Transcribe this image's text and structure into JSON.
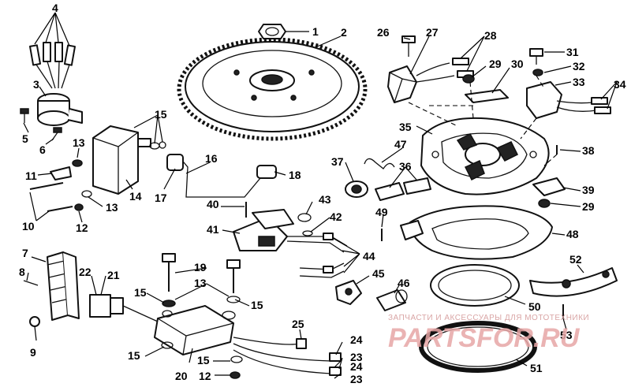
{
  "callouts": [
    {
      "id": "1",
      "label": "1"
    },
    {
      "id": "2",
      "label": "2"
    },
    {
      "id": "3",
      "label": "3"
    },
    {
      "id": "4",
      "label": "4"
    },
    {
      "id": "5",
      "label": "5"
    },
    {
      "id": "6",
      "label": "6"
    },
    {
      "id": "7",
      "label": "7"
    },
    {
      "id": "8",
      "label": "8"
    },
    {
      "id": "9",
      "label": "9"
    },
    {
      "id": "10",
      "label": "10"
    },
    {
      "id": "11",
      "label": "11"
    },
    {
      "id": "12a",
      "label": "12"
    },
    {
      "id": "12b",
      "label": "12"
    },
    {
      "id": "13a",
      "label": "13"
    },
    {
      "id": "13b",
      "label": "13"
    },
    {
      "id": "13c",
      "label": "13"
    },
    {
      "id": "14",
      "label": "14"
    },
    {
      "id": "15a",
      "label": "15"
    },
    {
      "id": "15b",
      "label": "15"
    },
    {
      "id": "15c",
      "label": "15"
    },
    {
      "id": "15d",
      "label": "15"
    },
    {
      "id": "15e",
      "label": "15"
    },
    {
      "id": "16",
      "label": "16"
    },
    {
      "id": "17",
      "label": "17"
    },
    {
      "id": "18",
      "label": "18"
    },
    {
      "id": "19",
      "label": "19"
    },
    {
      "id": "20",
      "label": "20"
    },
    {
      "id": "21",
      "label": "21"
    },
    {
      "id": "22",
      "label": "22"
    },
    {
      "id": "23a",
      "label": "23"
    },
    {
      "id": "23b",
      "label": "23"
    },
    {
      "id": "24a",
      "label": "24"
    },
    {
      "id": "24b",
      "label": "24"
    },
    {
      "id": "25",
      "label": "25"
    },
    {
      "id": "26",
      "label": "26"
    },
    {
      "id": "27",
      "label": "27"
    },
    {
      "id": "28",
      "label": "28"
    },
    {
      "id": "29a",
      "label": "29"
    },
    {
      "id": "29b",
      "label": "29"
    },
    {
      "id": "30",
      "label": "30"
    },
    {
      "id": "31",
      "label": "31"
    },
    {
      "id": "32",
      "label": "32"
    },
    {
      "id": "33",
      "label": "33"
    },
    {
      "id": "34",
      "label": "34"
    },
    {
      "id": "35",
      "label": "35"
    },
    {
      "id": "36",
      "label": "36"
    },
    {
      "id": "37",
      "label": "37"
    },
    {
      "id": "38",
      "label": "38"
    },
    {
      "id": "39",
      "label": "39"
    },
    {
      "id": "40",
      "label": "40"
    },
    {
      "id": "41",
      "label": "41"
    },
    {
      "id": "42",
      "label": "42"
    },
    {
      "id": "43",
      "label": "43"
    },
    {
      "id": "44",
      "label": "44"
    },
    {
      "id": "45",
      "label": "45"
    },
    {
      "id": "46",
      "label": "46"
    },
    {
      "id": "47",
      "label": "47"
    },
    {
      "id": "48",
      "label": "48"
    },
    {
      "id": "49",
      "label": "49"
    },
    {
      "id": "50",
      "label": "50"
    },
    {
      "id": "51",
      "label": "51"
    },
    {
      "id": "52",
      "label": "52"
    },
    {
      "id": "53",
      "label": "53"
    }
  ],
  "watermark": {
    "tagline": "ЗАПЧАСТИ И АКСЕССУАРЫ ДЛЯ МОТОТЕХНИКИ",
    "site": "PARTSFOR.RU"
  },
  "colors": {
    "ink": "#111111",
    "paper": "#ffffff",
    "watermark": "#e7a6a6"
  }
}
